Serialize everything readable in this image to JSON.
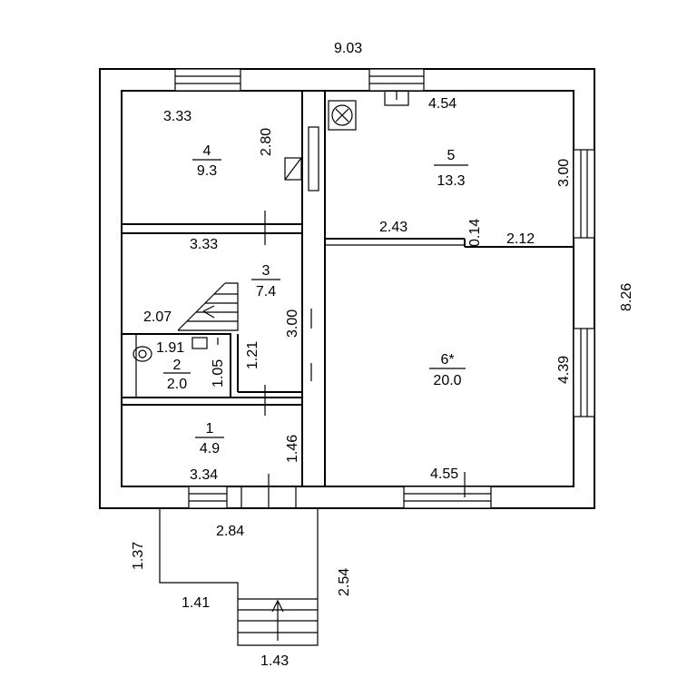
{
  "plan": {
    "overall": {
      "width": "9.03",
      "height": "8.26"
    },
    "rooms": [
      {
        "number": "1",
        "area": "4.9"
      },
      {
        "number": "2",
        "area": "2.0"
      },
      {
        "number": "3",
        "area": "7.4"
      },
      {
        "number": "4",
        "area": "9.3"
      },
      {
        "number": "5",
        "area": "13.3"
      },
      {
        "number": "6*",
        "area": "20.0"
      }
    ],
    "dimensions": {
      "r4_width": "3.33",
      "r4_height": "2.80",
      "r3_width": "3.33",
      "r3_height": "3.00",
      "stair_width": "2.07",
      "r2_width": "1.91",
      "r2_height": "1.05",
      "closet_height": "1.21",
      "r1_width": "3.34",
      "r1_height": "1.46",
      "r5_width": "4.54",
      "r5_height": "3.00",
      "partition_left": "2.43",
      "partition_offset": "0.14",
      "partition_right": "2.12",
      "r6_width": "4.55",
      "r6_height": "4.39",
      "porch_width": "2.84",
      "porch_left": "1.37",
      "porch_right": "2.54",
      "porch_step": "1.41",
      "steps_width": "1.43"
    }
  }
}
